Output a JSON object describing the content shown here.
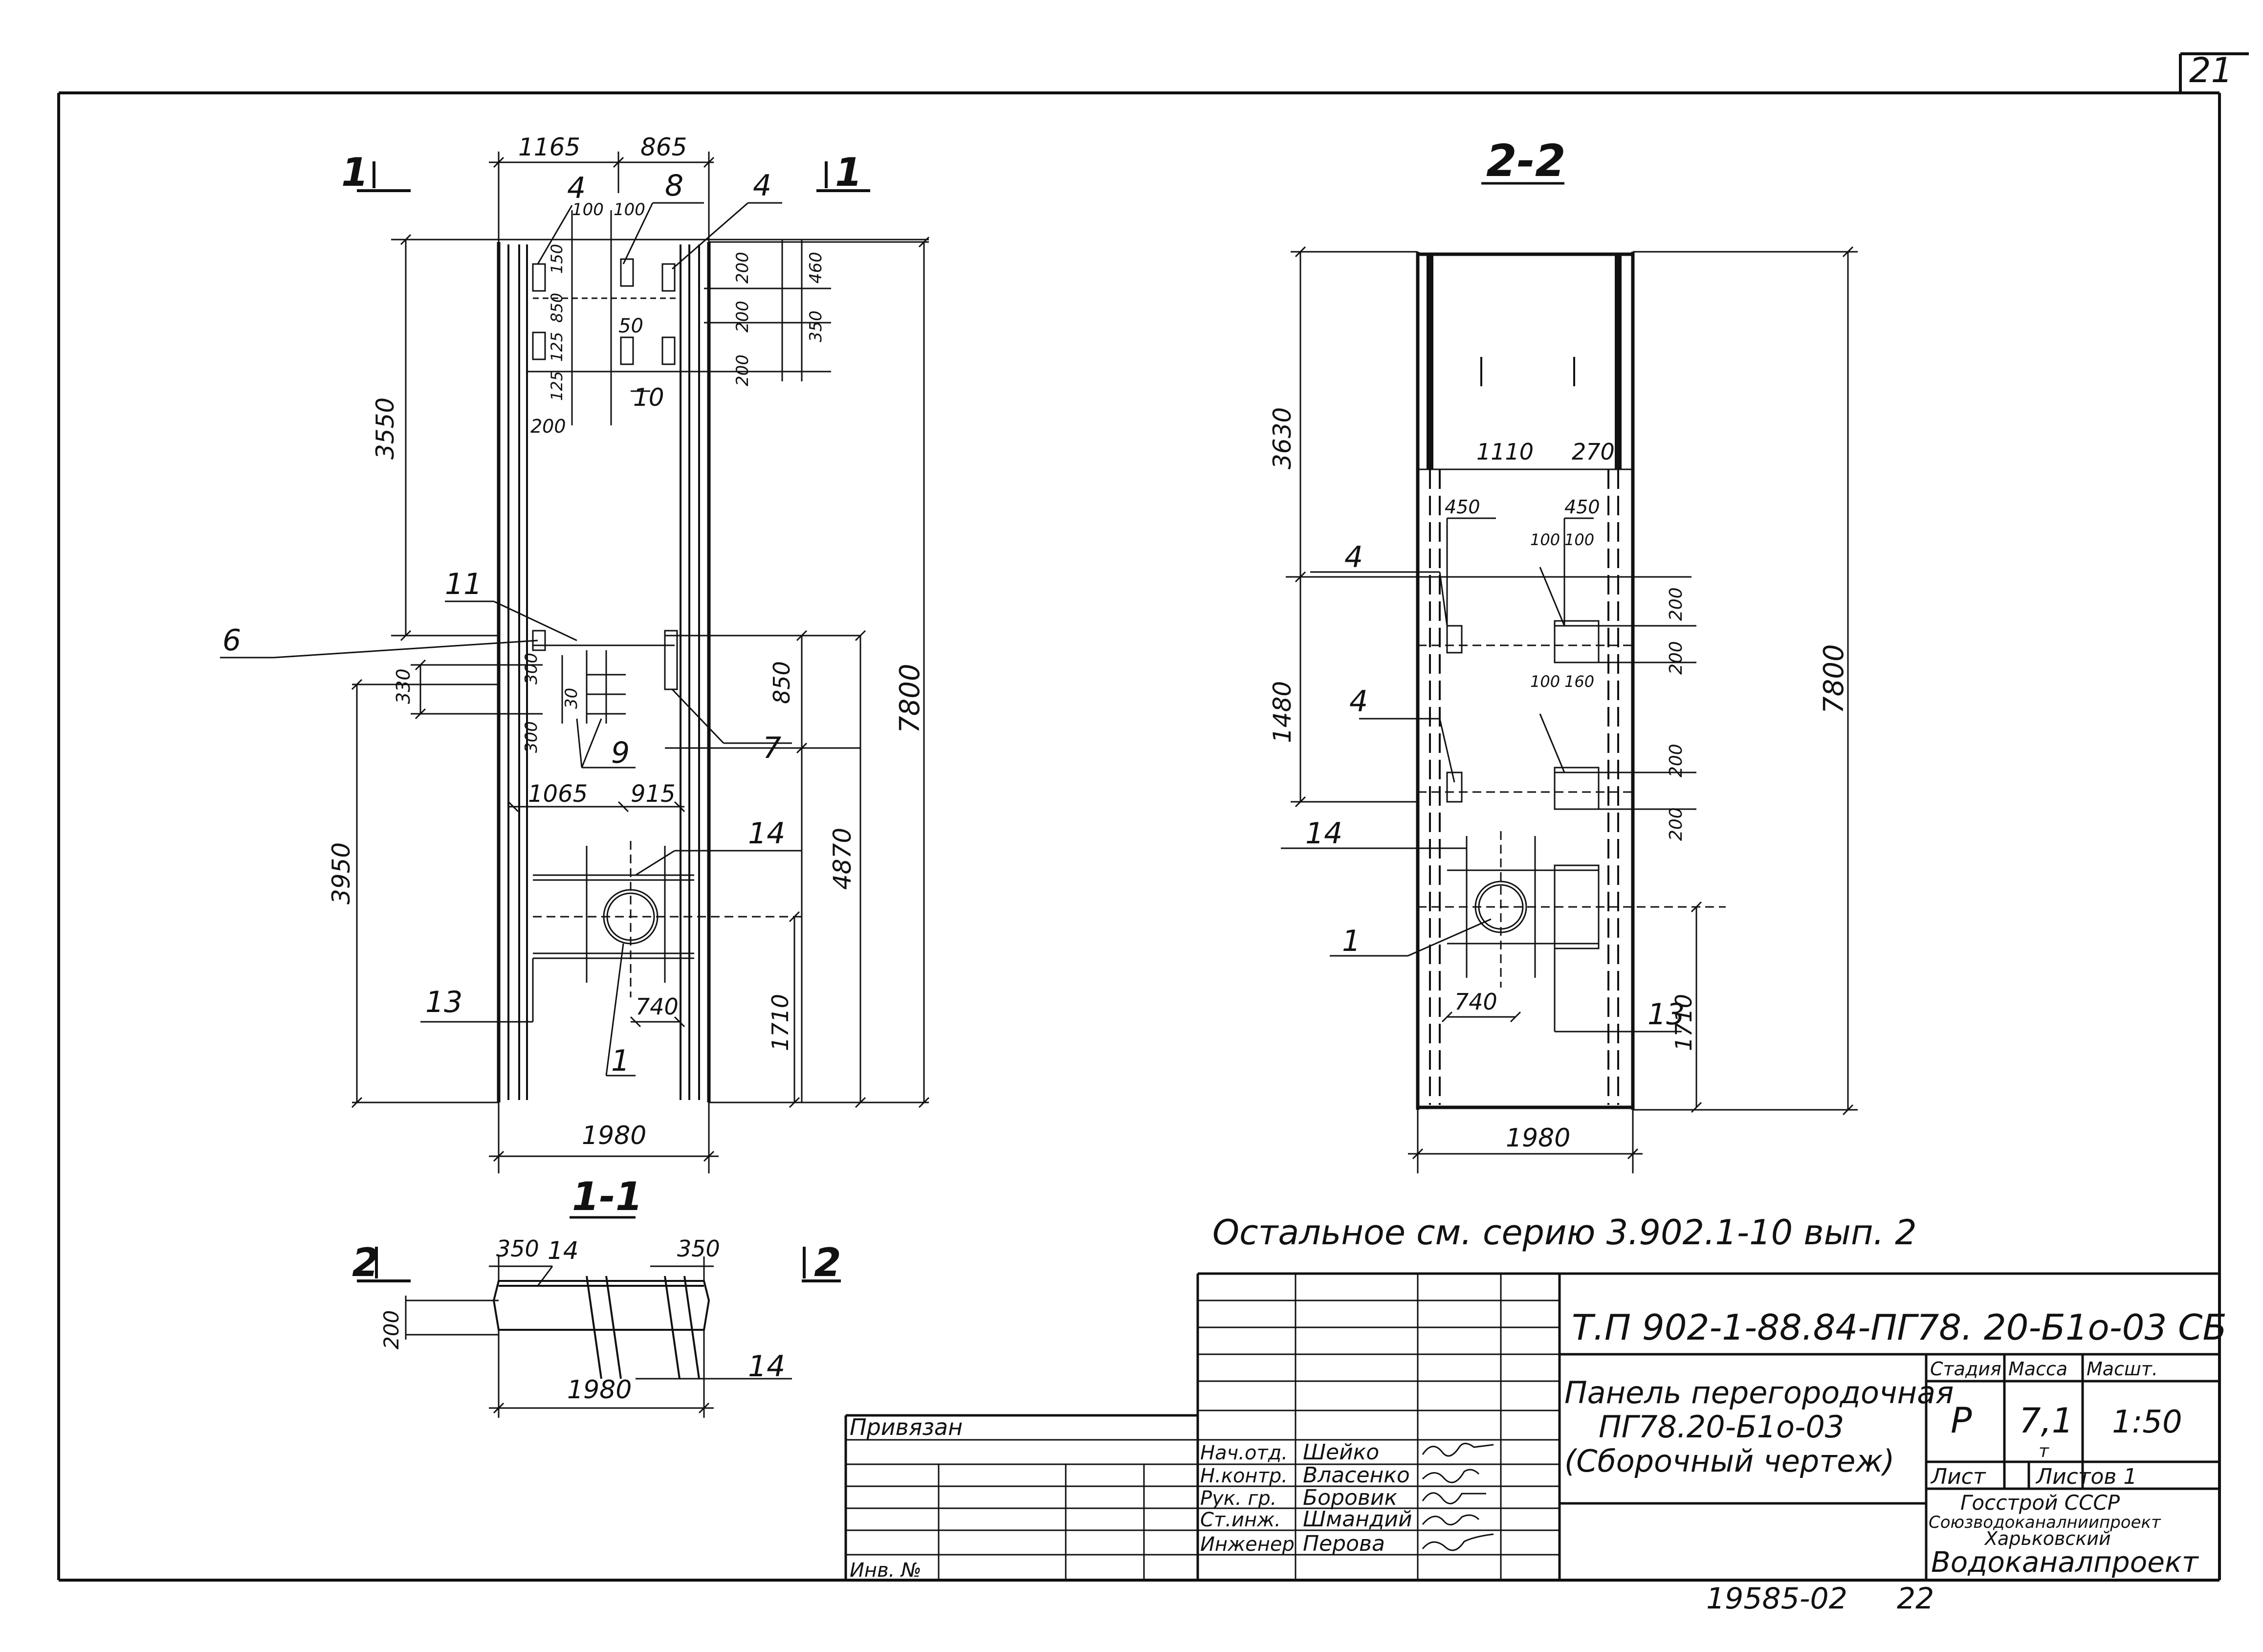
{
  "sheet_number": "21",
  "bottom_number": "19585-02",
  "bottom_page": "22",
  "note": "Остальное см. серию 3.902.1-10 вып. 2",
  "view_1": {
    "marker": "1",
    "title": "1-1",
    "dims": {
      "top_left": "1165",
      "top_right": "865",
      "d100a": "100",
      "d100b": "100",
      "d150": "150",
      "d850": "850",
      "d50": "50",
      "d125a": "125",
      "d125b": "125",
      "d200": "200",
      "r200a": "200",
      "r200b": "200",
      "r200c": "200",
      "r460": "460",
      "r350": "350",
      "left_3550": "3550",
      "d330": "330",
      "d300a": "300",
      "d30": "30",
      "d300b": "300",
      "w1065": "1065",
      "w915": "915",
      "left_3950": "3950",
      "right_850": "850",
      "right_4870": "4870",
      "right_1710": "1710",
      "total_7800": "7800",
      "d740": "740",
      "bottom_1980": "1980"
    },
    "callouts": {
      "c4a": "4",
      "c8": "8",
      "c4b": "4",
      "c10": "10",
      "c11": "11",
      "c6": "6",
      "c9": "9",
      "c7": "7",
      "c14": "14",
      "c13": "13",
      "c1": "1"
    }
  },
  "view_2": {
    "title": "2-2",
    "dims": {
      "left_3630": "3630",
      "top_1110": "1110",
      "top_270": "270",
      "d450a": "450",
      "d450b": "450",
      "d100a": "100",
      "d100b": "100",
      "r200a": "200",
      "r200b": "200",
      "left_1480": "1480",
      "d100c": "100",
      "d160": "160",
      "r200c": "200",
      "r200d": "200",
      "total_7800": "7800",
      "d740": "740",
      "right_1710": "1710",
      "bottom_1980": "1980"
    },
    "callouts": {
      "c4a": "4",
      "c4b": "4",
      "c14": "14",
      "c1": "1",
      "c13": "13"
    }
  },
  "section_1_1": {
    "marker": "2",
    "dims": {
      "d350a": "350",
      "d350b": "350",
      "d200": "200",
      "w1980": "1980"
    },
    "callouts": {
      "c14a": "14",
      "c14b": "14"
    }
  },
  "title_block": {
    "doc_code": "Т.П 902-1-88.84-ПГ78. 20-Б1о-03 СБ",
    "name_line1": "Панель перегородочная",
    "name_line2": "ПГ78.20-Б1о-03",
    "name_line3": "(Сборочный чертеж)",
    "h_stage": "Стадия",
    "h_mass": "Масса",
    "h_scale": "Масшт.",
    "stage": "Р",
    "mass": "7,1",
    "mass_unit": "т",
    "scale": "1:50",
    "sheet_label": "Лист",
    "sheets_label": "Листов 1",
    "org1": "Госстрой СССР",
    "org2": "Союзводоканалниипроект",
    "org3": "Харьковский",
    "org4": "Водоканалпроект",
    "privyazan": "Привязан",
    "inv_no": "Инв. №",
    "roles": [
      "Нач.отд.",
      "Н.контр.",
      "Рук. гр.",
      "Ст.инж.",
      "Инженер"
    ],
    "names": [
      "Шейко",
      "Власенко",
      "Боровик",
      "Шмандий",
      "Перова"
    ]
  }
}
